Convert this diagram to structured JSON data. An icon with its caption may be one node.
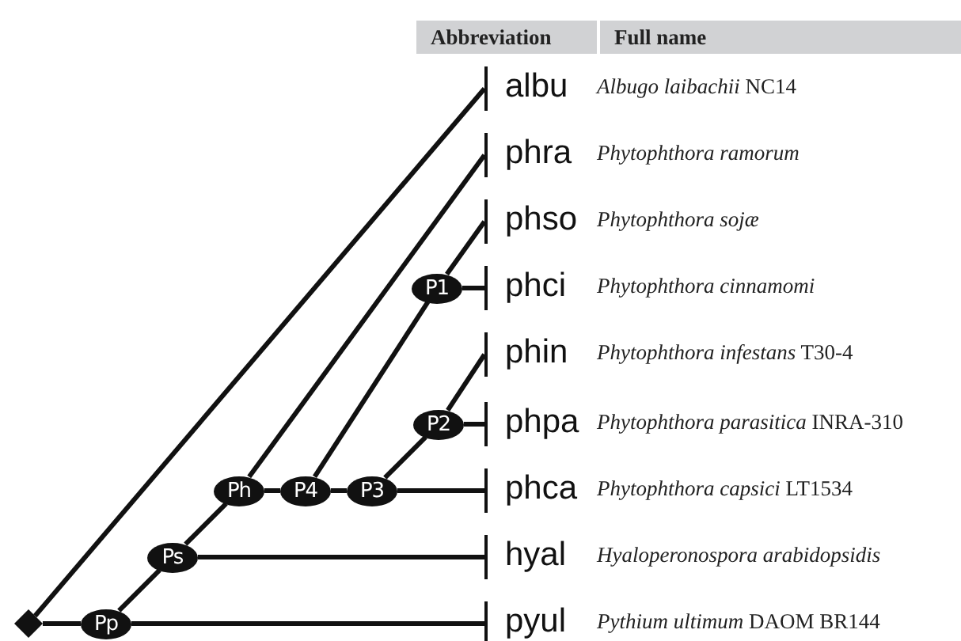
{
  "diagram": {
    "nodes": [
      {
        "text": [
          "albu",
          "*Albugo laibachii* NC14"
        ]
      },
      {
        "text": [
          "phra",
          "*Phytophthora ramorum*"
        ]
      },
      {
        "text": [
          "phso",
          "*Phytophthora sojæ*"
        ]
      },
      {
        "text": [
          "P1"
        ]
      },
      {
        "text": [
          "phci",
          "*Phytophthora cinnamomi*"
        ]
      },
      {
        "text": [
          "phin",
          "*Phytophthora infestans* T30-4"
        ]
      },
      {
        "text": [
          "P2"
        ]
      },
      {
        "text": [
          "phpa",
          "*Phytophthora parasitica* INRA-310"
        ]
      },
      {
        "text": [
          "Ph"
        ]
      },
      {
        "text": [
          "P4"
        ]
      },
      {
        "text": [
          "P3"
        ]
      },
      {
        "text": [
          "phca",
          "*Phytophthora capsici* LT1534"
        ]
      },
      {
        "text": [
          "Ps"
        ]
      },
      {
        "text": [
          "hyal",
          "*Hyaloperonospora arabidopsidis*"
        ]
      },
      {
        "text": [],
        "shape": "diamond"
      },
      {
        "text": [
          "Pp"
        ]
      },
      {
        "text": [
          "pyul",
          "*Pythium ultimum* DAOM BR144"
        ]
      }
    ],
    "edges": [
      {
        "from": 14,
        "to": 0,
        "arrow": "none"
      },
      {
        "from": 14,
        "to": 15,
        "arrow": "none"
      },
      {
        "from": 15,
        "to": 16,
        "arrow": "none"
      },
      {
        "from": 15,
        "to": 12,
        "arrow": "none"
      },
      {
        "from": 12,
        "to": 13,
        "arrow": "none"
      },
      {
        "from": 12,
        "to": 8,
        "arrow": "none"
      },
      {
        "from": 8,
        "to": 1,
        "arrow": "none"
      },
      {
        "from": 8,
        "to": 9,
        "arrow": "none"
      },
      {
        "from": 9,
        "to": 3,
        "arrow": "none"
      },
      {
        "from": 3,
        "to": 2,
        "arrow": "none"
      },
      {
        "from": 3,
        "to": 4,
        "arrow": "none"
      },
      {
        "from": 9,
        "to": 10,
        "arrow": "none"
      },
      {
        "from": 10,
        "to": 11,
        "arrow": "none"
      },
      {
        "from": 10,
        "to": 6,
        "arrow": "none"
      },
      {
        "from": 6,
        "to": 5,
        "arrow": "none"
      },
      {
        "from": 6,
        "to": 7,
        "arrow": "none"
      }
    ],
    "labels": [
      "Abbreviation",
      "Full name"
    ]
  }
}
